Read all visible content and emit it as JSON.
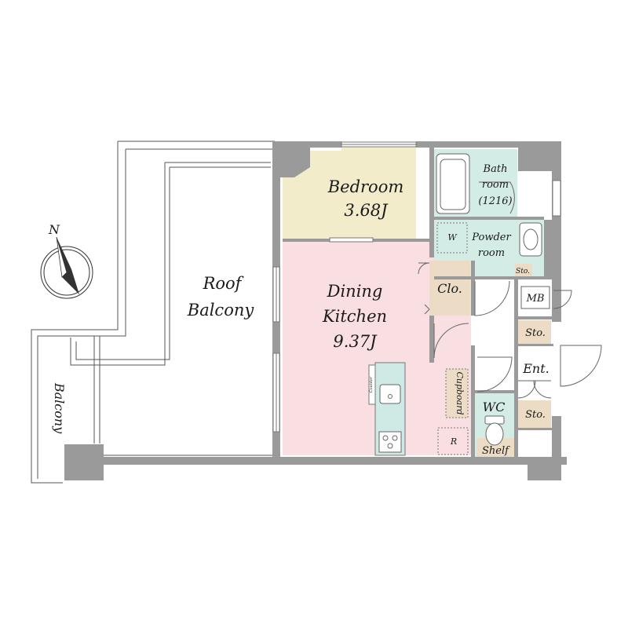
{
  "compass": {
    "north_label": "N"
  },
  "rooms": {
    "roof_balcony": {
      "line1": "Roof",
      "line2": "Balcony"
    },
    "balcony": {
      "label": "Balcony"
    },
    "bedroom": {
      "name": "Bedroom",
      "size": "3.68J"
    },
    "dining_kitchen": {
      "line1": "Dining",
      "line2": "Kitchen",
      "size": "9.37J"
    },
    "bathroom": {
      "line1": "Bath",
      "line2": "room",
      "line3": "(1216)"
    },
    "powder_room": {
      "line1": "Powder",
      "line2": "room"
    },
    "washer": {
      "label": "W"
    },
    "closet": {
      "label": "Clo."
    },
    "cupboard": {
      "label": "Cupboard"
    },
    "refrigerator": {
      "label": "R"
    },
    "wc": {
      "label": "WC"
    },
    "shelf": {
      "label": "Shelf"
    },
    "meter_box": {
      "label": "MB"
    },
    "storage_upper": {
      "label": "Sto."
    },
    "storage_lower": {
      "label": "Sto."
    },
    "storage_small": {
      "label": "Sto."
    },
    "entrance": {
      "label": "Ent."
    },
    "counter": {
      "label": "Counter"
    }
  },
  "colors": {
    "bedroom_fill": "#f3eccb",
    "dining_fill": "#f9dfe1",
    "wet_area_fill": "#d4ece6",
    "storage_fill": "#ecdcc6",
    "wall_fill": "#9a9a9a"
  }
}
